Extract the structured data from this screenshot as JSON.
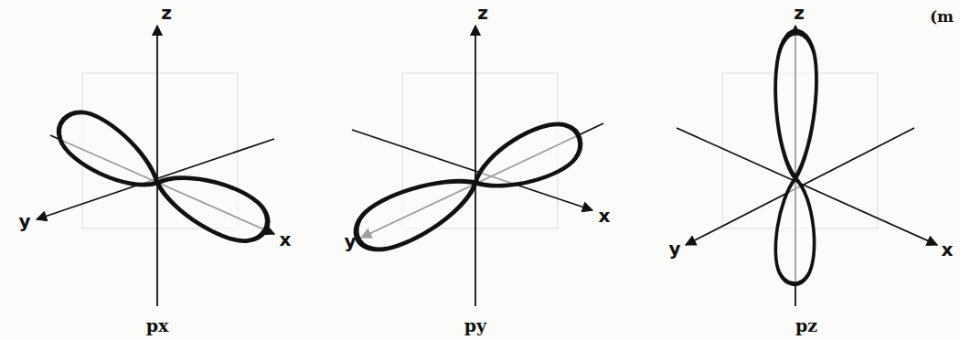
{
  "diagram": {
    "labels": [
      "z",
      "y",
      "x",
      "px",
      "z",
      "y",
      "x",
      "py",
      "z",
      "y",
      "x",
      "pz",
      "(m"
    ]
  }
}
